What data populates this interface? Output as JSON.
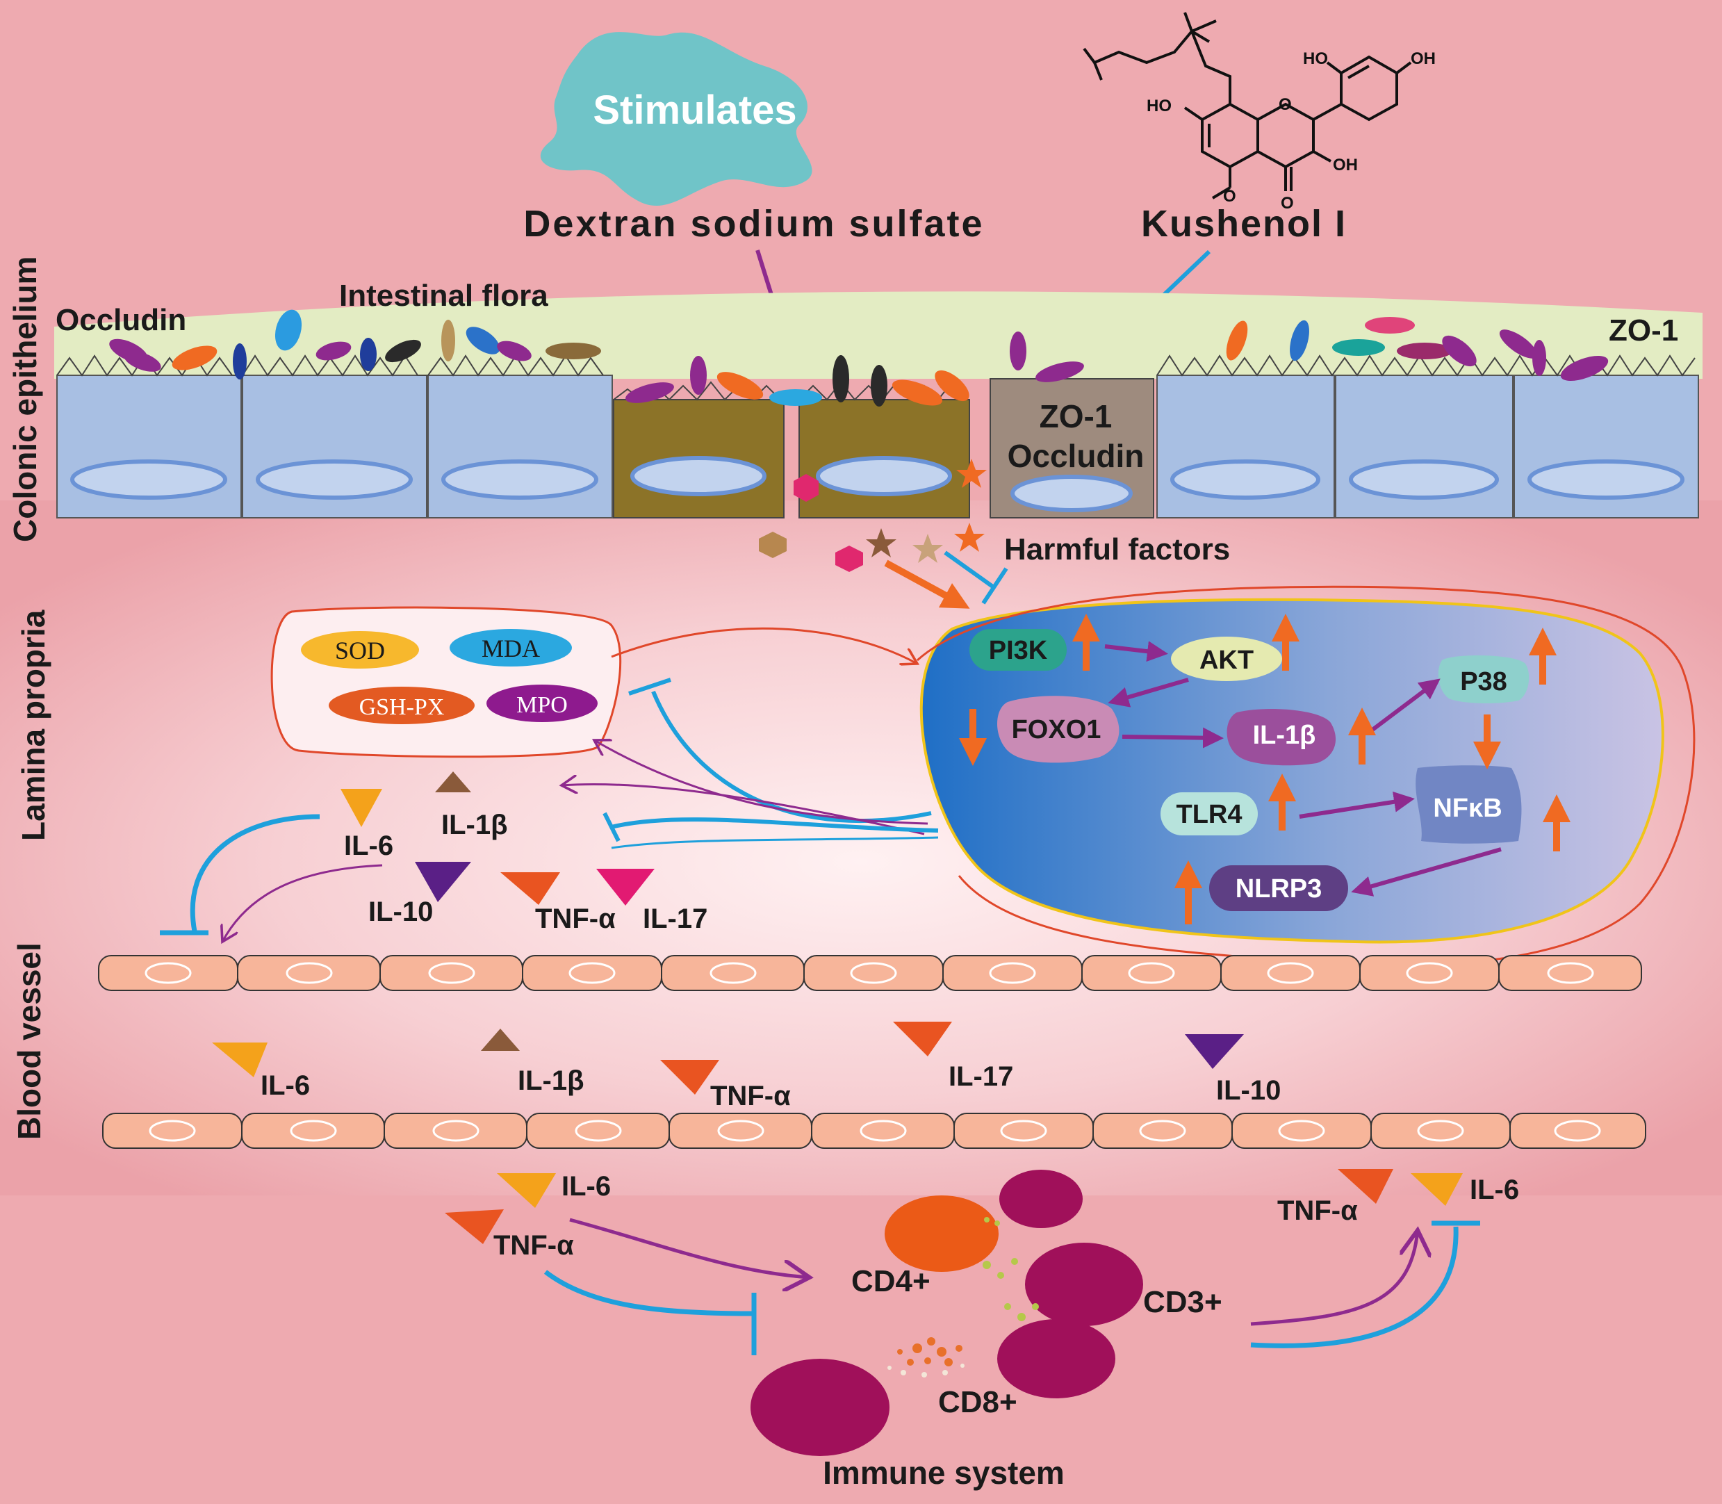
{
  "stimulus": {
    "label": "Stimulates",
    "agent": "Dextran sodium sulfate"
  },
  "drug": {
    "name": "Kushenol I",
    "atoms": {
      "oh1": "HO",
      "oh2": "OH",
      "oh3": "HO",
      "oh4": "OH",
      "o_ring": "O",
      "o_keto": "O",
      "o_methoxy": "O"
    }
  },
  "zones": {
    "epithelium": "Colonic epithelium",
    "lamina": "Lamina propria",
    "vessel": "Blood vessel"
  },
  "epithelium": {
    "occludin": "Occludin",
    "flora": "Intestinal flora",
    "zo1": "ZO-1",
    "damaged_cell_line1": "ZO-1",
    "damaged_cell_line2": "Occludin",
    "harmful": "Harmful factors"
  },
  "oxidative": {
    "sod": "SOD",
    "mda": "MDA",
    "gsh": "GSH-PX",
    "mpo": "MPO"
  },
  "pathway": {
    "pi3k": "PI3K",
    "akt": "AKT",
    "foxo1": "FOXO1",
    "il1b": "IL-1β",
    "p38": "P38",
    "tlr4": "TLR4",
    "nfkb": "NFκB",
    "nlrp3": "NLRP3"
  },
  "lamina_cytokines": {
    "il6": "IL-6",
    "il1b": "IL-1β",
    "il10": "IL-10",
    "tnfa": "TNF-α",
    "il17": "IL-17"
  },
  "vessel_cytokines": {
    "il6": "IL-6",
    "il1b": "IL-1β",
    "tnfa": "TNF-α",
    "il17": "IL-17",
    "il10": "IL-10"
  },
  "immune": {
    "il6_left": "IL-6",
    "tnfa_left": "TNF-α",
    "tnfa_right": "TNF-α",
    "il6_right": "IL-6",
    "cd4": "CD4+",
    "cd3": "CD3+",
    "cd8": "CD8+",
    "title": "Immune system"
  },
  "colors": {
    "background": "#eeaab0",
    "mucus": "#e3ecc3",
    "healthy_cell": "#a8bfe3",
    "damaged_cell": "#8c7328",
    "promote": "#8e2a8e",
    "inhibit": "#1ea0dc",
    "upregulate": "#f06a22"
  }
}
